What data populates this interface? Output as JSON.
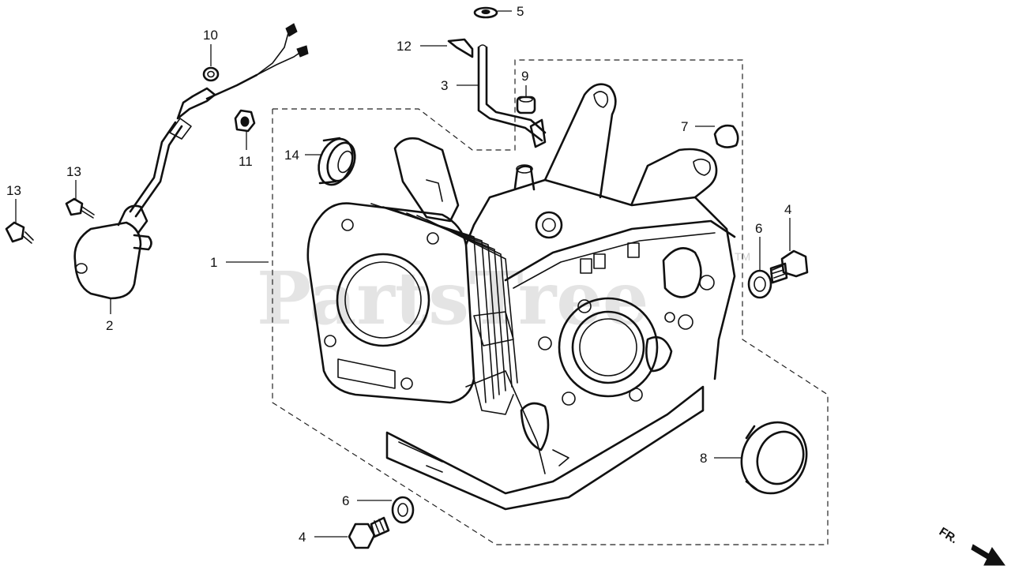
{
  "diagram": {
    "watermark": "PartsTree",
    "watermark_tm": "TM",
    "front_label": "FR.",
    "callouts": {
      "c1": "1",
      "c2": "2",
      "c3": "3",
      "c4a": "4",
      "c4b": "4",
      "c5": "5",
      "c6a": "6",
      "c6b": "6",
      "c7": "7",
      "c8": "8",
      "c9": "9",
      "c10": "10",
      "c11": "11",
      "c12": "12",
      "c13a": "13",
      "c13b": "13",
      "c14": "14"
    }
  }
}
